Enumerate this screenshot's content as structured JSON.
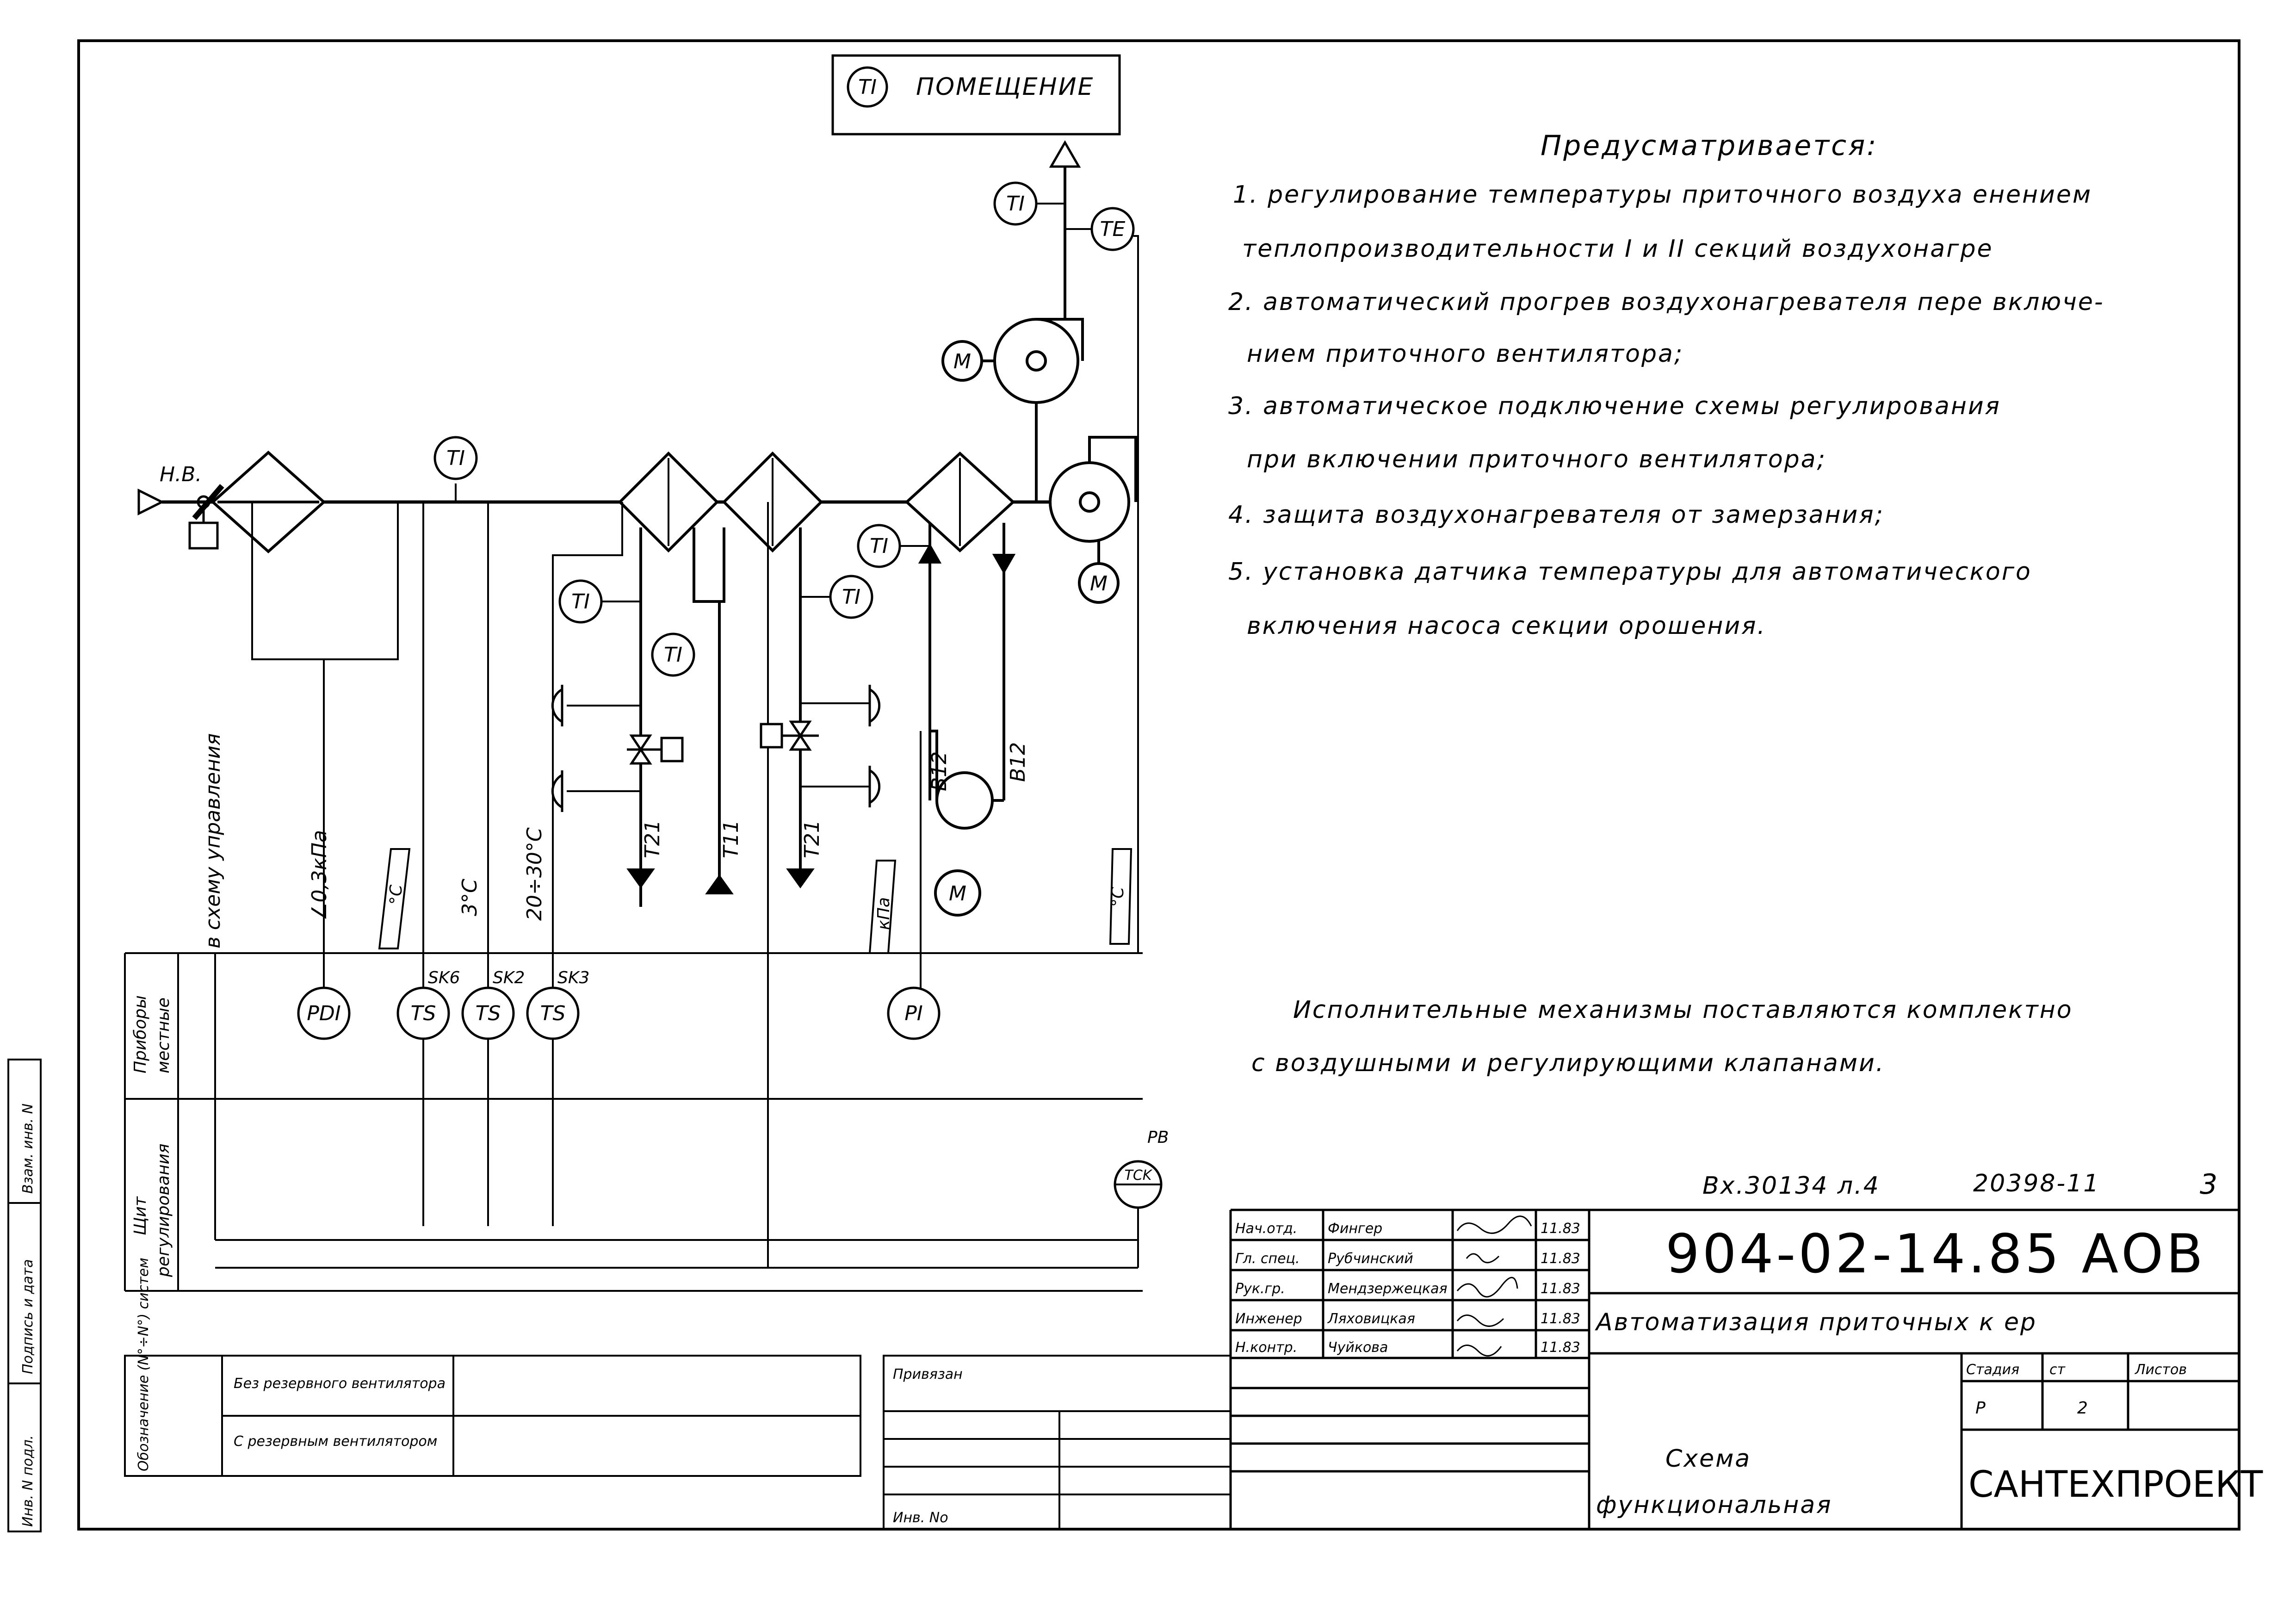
{
  "room_box": {
    "tag": "TI",
    "label": "ПОМЕЩЕНИЕ"
  },
  "notes": {
    "heading": "Предусматривается:",
    "lines": [
      "1. регулирование температуры приточного воздуха   енением",
      "теплопроизводительности I и II секций воздухонагре",
      "2. автоматический прогрев воздухонагревателя пере  включе-",
      "нием приточного вентилятора;",
      "3. автоматическое подключение схемы регулирования",
      "при включении приточного вентилятора;",
      "4. защита воздухонагревателя от замерзания;",
      "5. установка датчика температуры для автоматического",
      "включения насоса секции орошения."
    ],
    "executive_1": "Исполнительные механизмы поставляются комплектно",
    "executive_2": "с воздушными и регулирующими клапанами."
  },
  "intake_label": "Н.В.",
  "sensor_tags": {
    "ti": "TI",
    "te": "TE",
    "motor": "M",
    "pdi": "PDI",
    "ts": "TS",
    "pi": "PI",
    "tck": "TCK"
  },
  "switch_labels": {
    "sk6": "SK6",
    "sk2": "SK2",
    "sk3": "SK3",
    "pb": "PB"
  },
  "pipe_labels": {
    "t21": "T21",
    "t11": "T11",
    "b12": "B12"
  },
  "setpoints": {
    "control_scheme": "в схему управления",
    "pdi": "∠0,3кПа",
    "ts1": "°С",
    "ts2": "3°С",
    "ts3": "20÷30°С",
    "kpa": "кПа",
    "deg": "°С"
  },
  "row_labels": {
    "local_1": "Приборы",
    "local_2": "местные",
    "panel_1": "Щит",
    "panel_2": "регулирования"
  },
  "margin_stamp": [
    "Инв. N подл.",
    "Подпись и дата",
    "Взам. инв. N"
  ],
  "system_table": {
    "header": "Обозначение (N°÷N°) систем",
    "row1": "Без резервного вентилятора",
    "row2": "С резервным вентилятором"
  },
  "binding_table": {
    "title": "Привязан",
    "inv": "Инв. No"
  },
  "title_block": {
    "handwritten_ref": "Вх.30134 л.4",
    "doc_number": "20398-11",
    "sheet_no": "3",
    "code": "904-02-14.85 АОВ",
    "title": "Автоматизация приточных к   ер",
    "drawing_name_1": "Схема",
    "drawing_name_2": "функциональная",
    "stage_label": "Стадия",
    "sheet_label": "  ст",
    "sheets_label": "Листов",
    "stage": "Р",
    "sheet": "2",
    "org": "САНТЕХПРОЕКТ",
    "roles": [
      {
        "role": "Нач.отд.",
        "name": "Фингер",
        "date": "11.83"
      },
      {
        "role": "Гл. спец.",
        "name": "Рубчинский",
        "date": "11.83"
      },
      {
        "role": "Рук.гр.",
        "name": "Мендзержецкая",
        "date": "11.83"
      },
      {
        "role": "Инженер",
        "name": "Ляховицкая",
        "date": "11.83"
      },
      {
        "role": "Н.контр.",
        "name": "Чуйкова",
        "date": "11.83"
      }
    ]
  }
}
